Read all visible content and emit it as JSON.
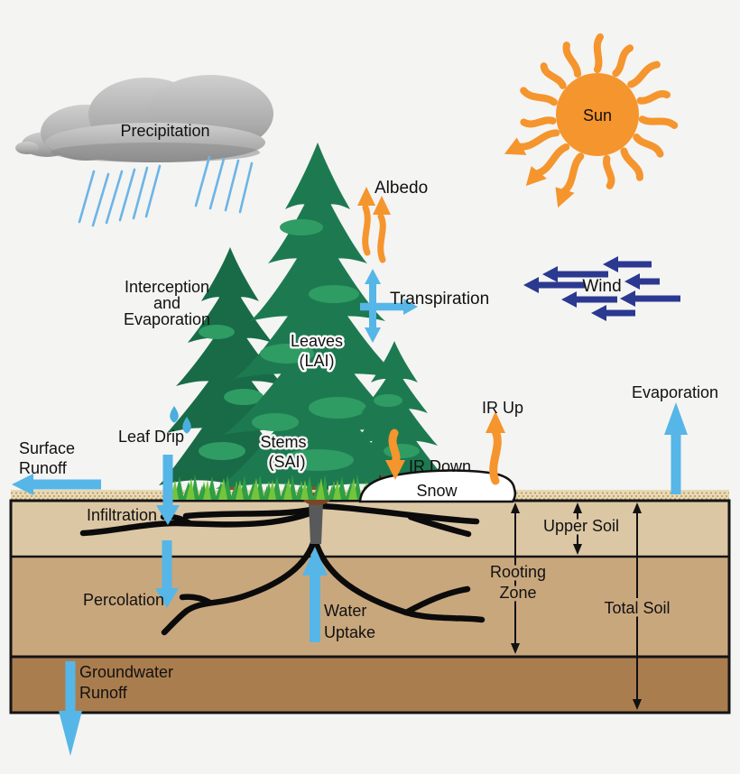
{
  "scene": {
    "description": "Forest hydrology / surface water balance diagram",
    "labels": {
      "precipitation": "Precipitation",
      "sun": "Sun",
      "wind": "Wind",
      "albedo": "Albedo",
      "transpiration": "Transpiration",
      "interception": {
        "l1": "Interception",
        "l2": "and",
        "l3": "Evaporation"
      },
      "leaves": {
        "l1": "Leaves",
        "l2": "(LAI)"
      },
      "leaf_drip": "Leaf Drip",
      "stems": {
        "l1": "Stems",
        "l2": "(SAI)"
      },
      "surface_runoff": {
        "l1": "Surface",
        "l2": "Runoff"
      },
      "infiltration": "Infiltration",
      "percolation": "Percolation",
      "ir_up": "IR Up",
      "ir_down": "IR Down",
      "snow": "Snow",
      "evaporation": "Evaporation",
      "water_uptake": {
        "l1": "Water",
        "l2": "Uptake"
      },
      "groundwater_runoff": {
        "l1": "Groundwater",
        "l2": "Runoff"
      },
      "upper_soil": "Upper Soil",
      "rooting_zone": {
        "l1": "Rooting",
        "l2": "Zone"
      },
      "total_soil": "Total Soil"
    },
    "colors": {
      "background": "#f4f4f3",
      "water_arrow": "#56b6e7",
      "rain": "#6cb5e6",
      "solar_orange": "#f5952d",
      "wind_navy": "#2b3990",
      "cloud_gray": "#a8a8a8",
      "tree_green_dark": "#186b46",
      "tree_green": "#1d7a50",
      "tree_green_light": "#2f9c63",
      "trunk_brown": "#8a5130",
      "grass_green": "#3fae47",
      "sand": "#e8d8b4",
      "soil_upper": "#dcc7a5",
      "soil_middle": "#c9a77d",
      "soil_deep": "#aa7d4f",
      "snow_white": "#ffffff",
      "root_black": "#0b0b0b",
      "text": "#111111"
    }
  }
}
